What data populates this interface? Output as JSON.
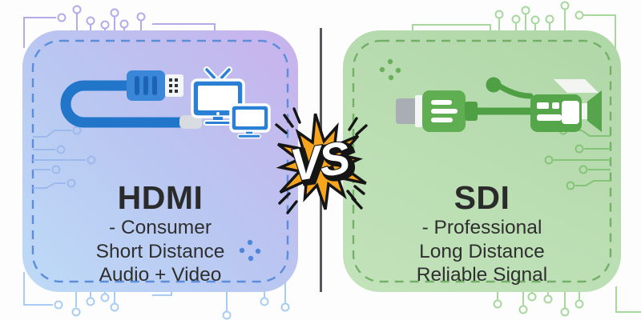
{
  "theme": {
    "page-bg": "#fdfdfd",
    "divider": "#54575b",
    "text": "#2b2b2b",
    "ink": "#151515",
    "burst": "#f7a51d",
    "hdmi-accent": "#2176c9",
    "hdmi-border": "#5b8dd9",
    "hdmi-grad-a": "#c9b2ec",
    "hdmi-grad-b": "#bedbf7",
    "sdi-accent": "#55a54b",
    "sdi-border": "#74af67",
    "sdi-grad-a": "#b0d7a8",
    "sdi-grad-b": "#c3e3bb"
  },
  "vs_badge": {
    "label": "VS"
  },
  "left_panel": {
    "title": "HDMI",
    "lines": [
      "- Consumer",
      "Short Distance",
      "Audio + Video"
    ],
    "icons": [
      "hdmi-cable-icon",
      "tv-icon",
      "monitor-icon"
    ]
  },
  "right_panel": {
    "title": "SDI",
    "lines": [
      "- Professional",
      "Long Distance",
      "Reliable Signal"
    ],
    "icons": [
      "bnc-sdi-connector-icon",
      "video-camera-icon"
    ]
  }
}
